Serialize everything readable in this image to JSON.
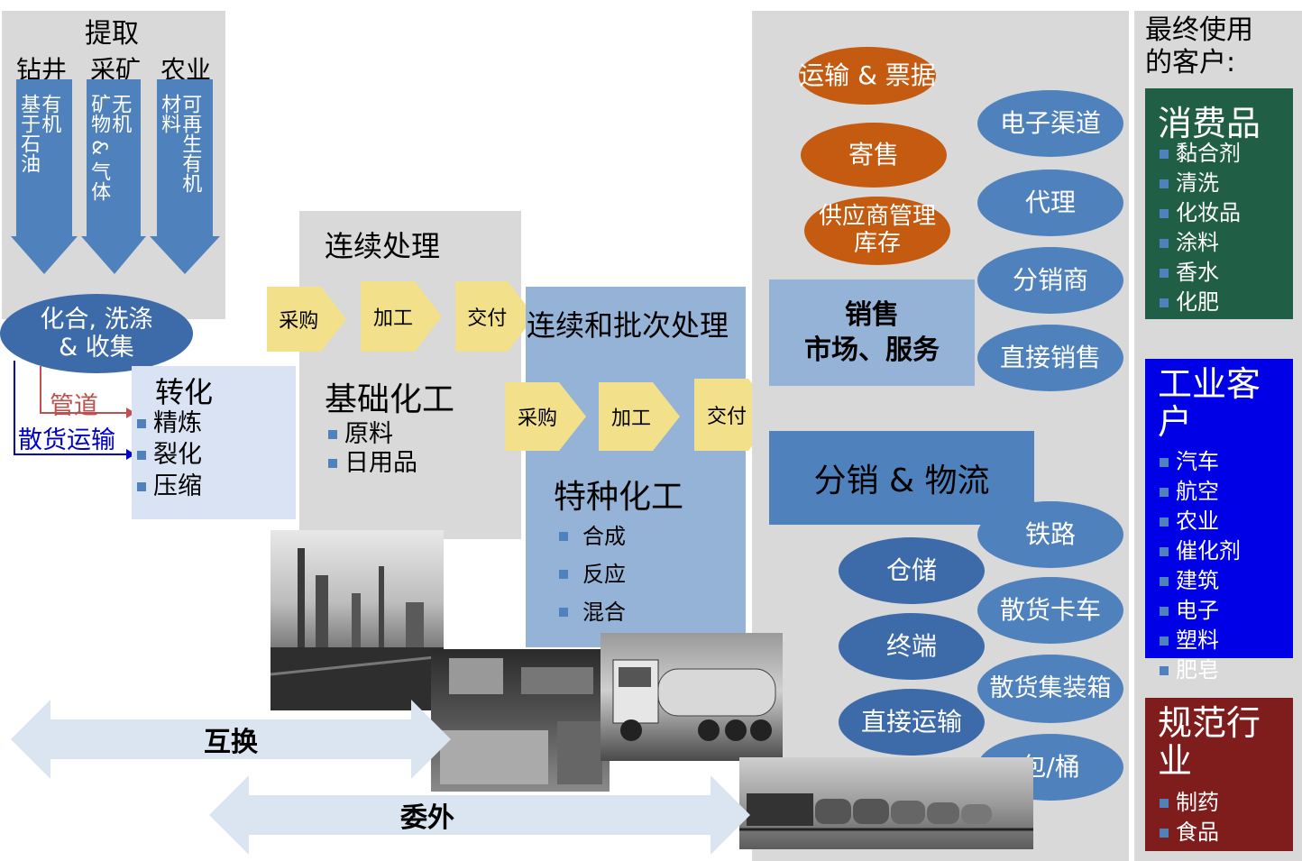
{
  "extraction": {
    "title": "提取",
    "sources": [
      "钻井",
      "采矿",
      "农业"
    ],
    "arrows": [
      {
        "text": "有机\n基于石油"
      },
      {
        "text": "无机\n矿物 & 气体"
      },
      {
        "text": "可再生有机\n材料"
      }
    ],
    "collect_label": "化合, 洗涤\n& 收集",
    "pipeline_label": "管道",
    "bulk_label": "散货运输"
  },
  "conversion": {
    "title": "转化",
    "items": [
      "精炼",
      "裂化",
      "压缩"
    ]
  },
  "continuous": {
    "title": "连续处理",
    "steps": [
      "采购",
      "加工",
      "交付"
    ],
    "subtitle": "基础化工",
    "items": [
      "原料",
      "日用品"
    ]
  },
  "batch": {
    "title": "连续和批次处理",
    "steps": [
      "采购",
      "加工",
      "交付"
    ],
    "subtitle": "特种化工",
    "items": [
      "合成",
      "反应",
      "混合"
    ]
  },
  "sales": {
    "orange_items": [
      "运输 & 票据",
      "寄售",
      "供应商管理\n库存"
    ],
    "box_label": "销售\n市场、服务",
    "channels": [
      "电子渠道",
      "代理",
      "分销商",
      "直接销售"
    ]
  },
  "logistics": {
    "box_label": "分销 & 物流",
    "left_items": [
      "仓储",
      "终端",
      "直接运输"
    ],
    "right_items": [
      "铁路",
      "散货卡车",
      "散货集装箱",
      "包/桶"
    ]
  },
  "exchange_label": "互换",
  "outsource_label": "委外",
  "customers": {
    "title": "最终使用\n的客户:",
    "consumer": {
      "title": "消费品",
      "items": [
        "黏合剂",
        "清洗",
        "化妆品",
        "涂料",
        "香水",
        "化肥"
      ],
      "color": "#215e46"
    },
    "industrial": {
      "title": "工业客\n户",
      "items": [
        "汽车",
        "航空",
        "农业",
        "催化剂",
        "建筑",
        "电子",
        "塑料",
        "肥皂"
      ],
      "color": "#0000e6"
    },
    "regulated": {
      "title": "规范行\n业",
      "items": [
        "制药",
        "食品"
      ],
      "color": "#7f1d1d"
    }
  }
}
